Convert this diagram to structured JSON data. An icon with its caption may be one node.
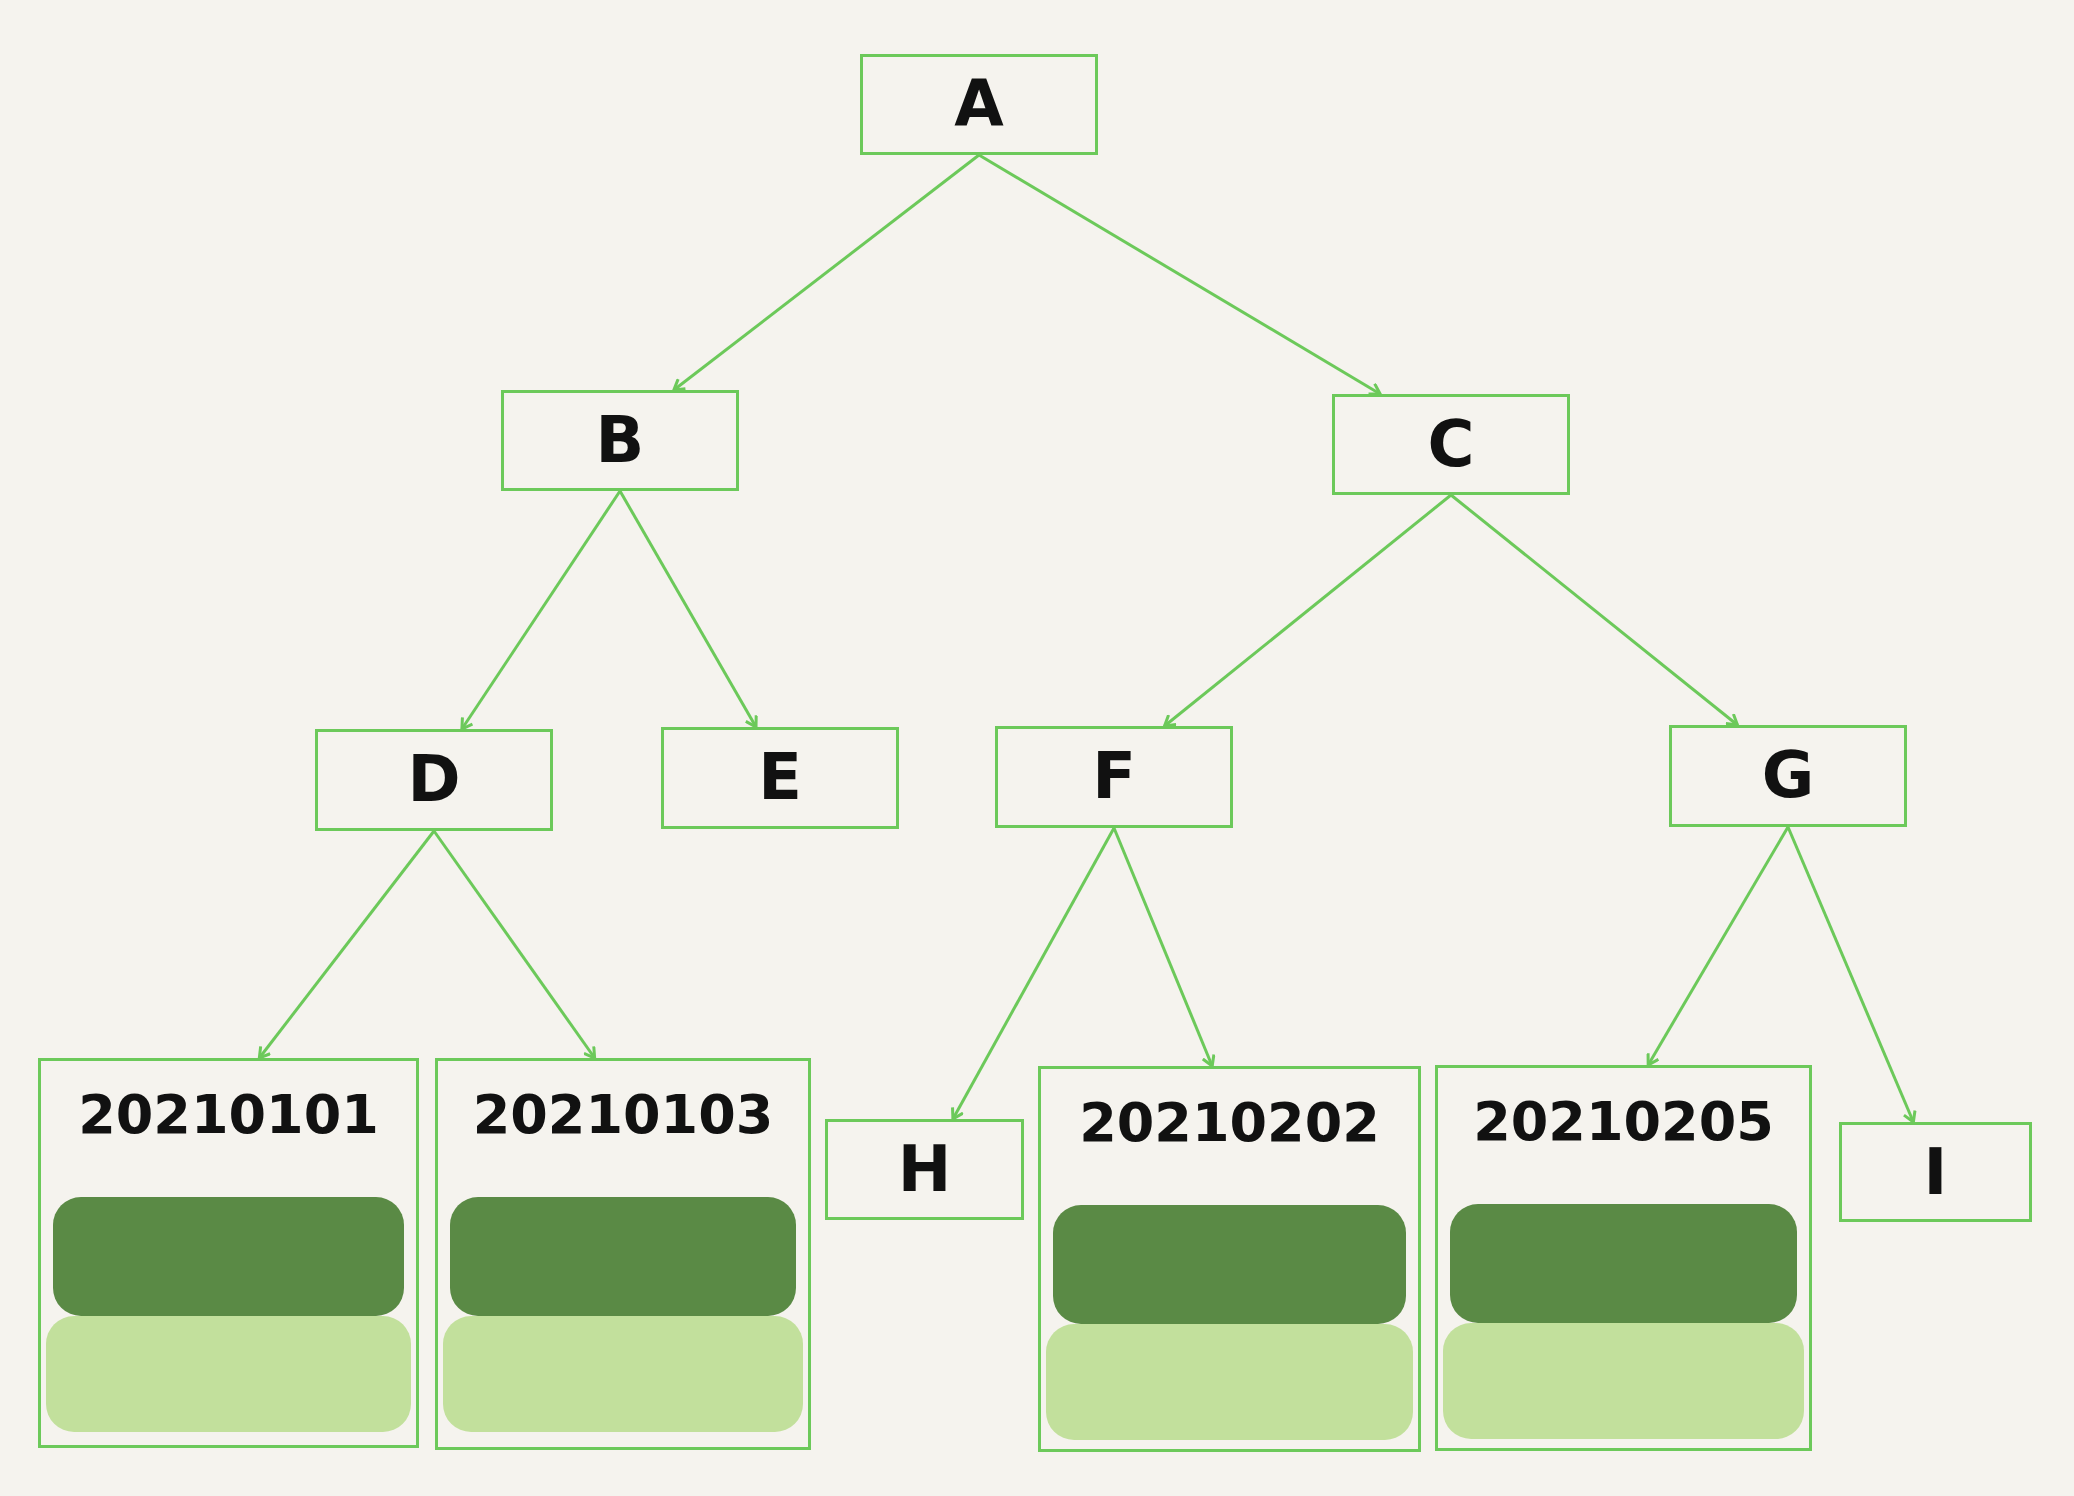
{
  "diagram": {
    "nodes": [
      {
        "text": [
          "A"
        ]
      },
      {
        "text": [
          "B"
        ]
      },
      {
        "text": [
          "C"
        ]
      },
      {
        "text": [
          "D"
        ]
      },
      {
        "text": [
          "E"
        ]
      },
      {
        "text": [
          "F"
        ]
      },
      {
        "text": [
          "G"
        ]
      },
      {
        "text": [
          "20210101"
        ]
      },
      {
        "text": [],
        "shape": "bar",
        "in": 7
      },
      {
        "text": [],
        "shape": "bar",
        "in": 7
      },
      {
        "text": [
          "20210103"
        ]
      },
      {
        "text": [],
        "shape": "bar",
        "in": 10
      },
      {
        "text": [],
        "shape": "bar",
        "in": 10
      },
      {
        "text": [
          "H"
        ]
      },
      {
        "text": [
          "20210202"
        ]
      },
      {
        "text": [],
        "shape": "bar",
        "in": 14
      },
      {
        "text": [],
        "shape": "bar",
        "in": 14
      },
      {
        "text": [
          "20210205"
        ]
      },
      {
        "text": [],
        "shape": "bar",
        "in": 17
      },
      {
        "text": [],
        "shape": "bar",
        "in": 17
      },
      {
        "text": [
          "I"
        ]
      }
    ],
    "edges": [
      {
        "from": 0,
        "to": 1,
        "arrow": "to"
      },
      {
        "from": 0,
        "to": 2,
        "arrow": "to"
      },
      {
        "from": 1,
        "to": 3,
        "arrow": "to"
      },
      {
        "from": 1,
        "to": 4,
        "arrow": "to"
      },
      {
        "from": 2,
        "to": 5,
        "arrow": "to"
      },
      {
        "from": 2,
        "to": 6,
        "arrow": "to"
      },
      {
        "from": 3,
        "to": 7,
        "arrow": "to"
      },
      {
        "from": 3,
        "to": 10,
        "arrow": "to"
      },
      {
        "from": 5,
        "to": 13,
        "arrow": "to"
      },
      {
        "from": 5,
        "to": 14,
        "arrow": "to"
      },
      {
        "from": 6,
        "to": 17,
        "arrow": "to"
      },
      {
        "from": 6,
        "to": 20,
        "arrow": "to"
      }
    ]
  }
}
